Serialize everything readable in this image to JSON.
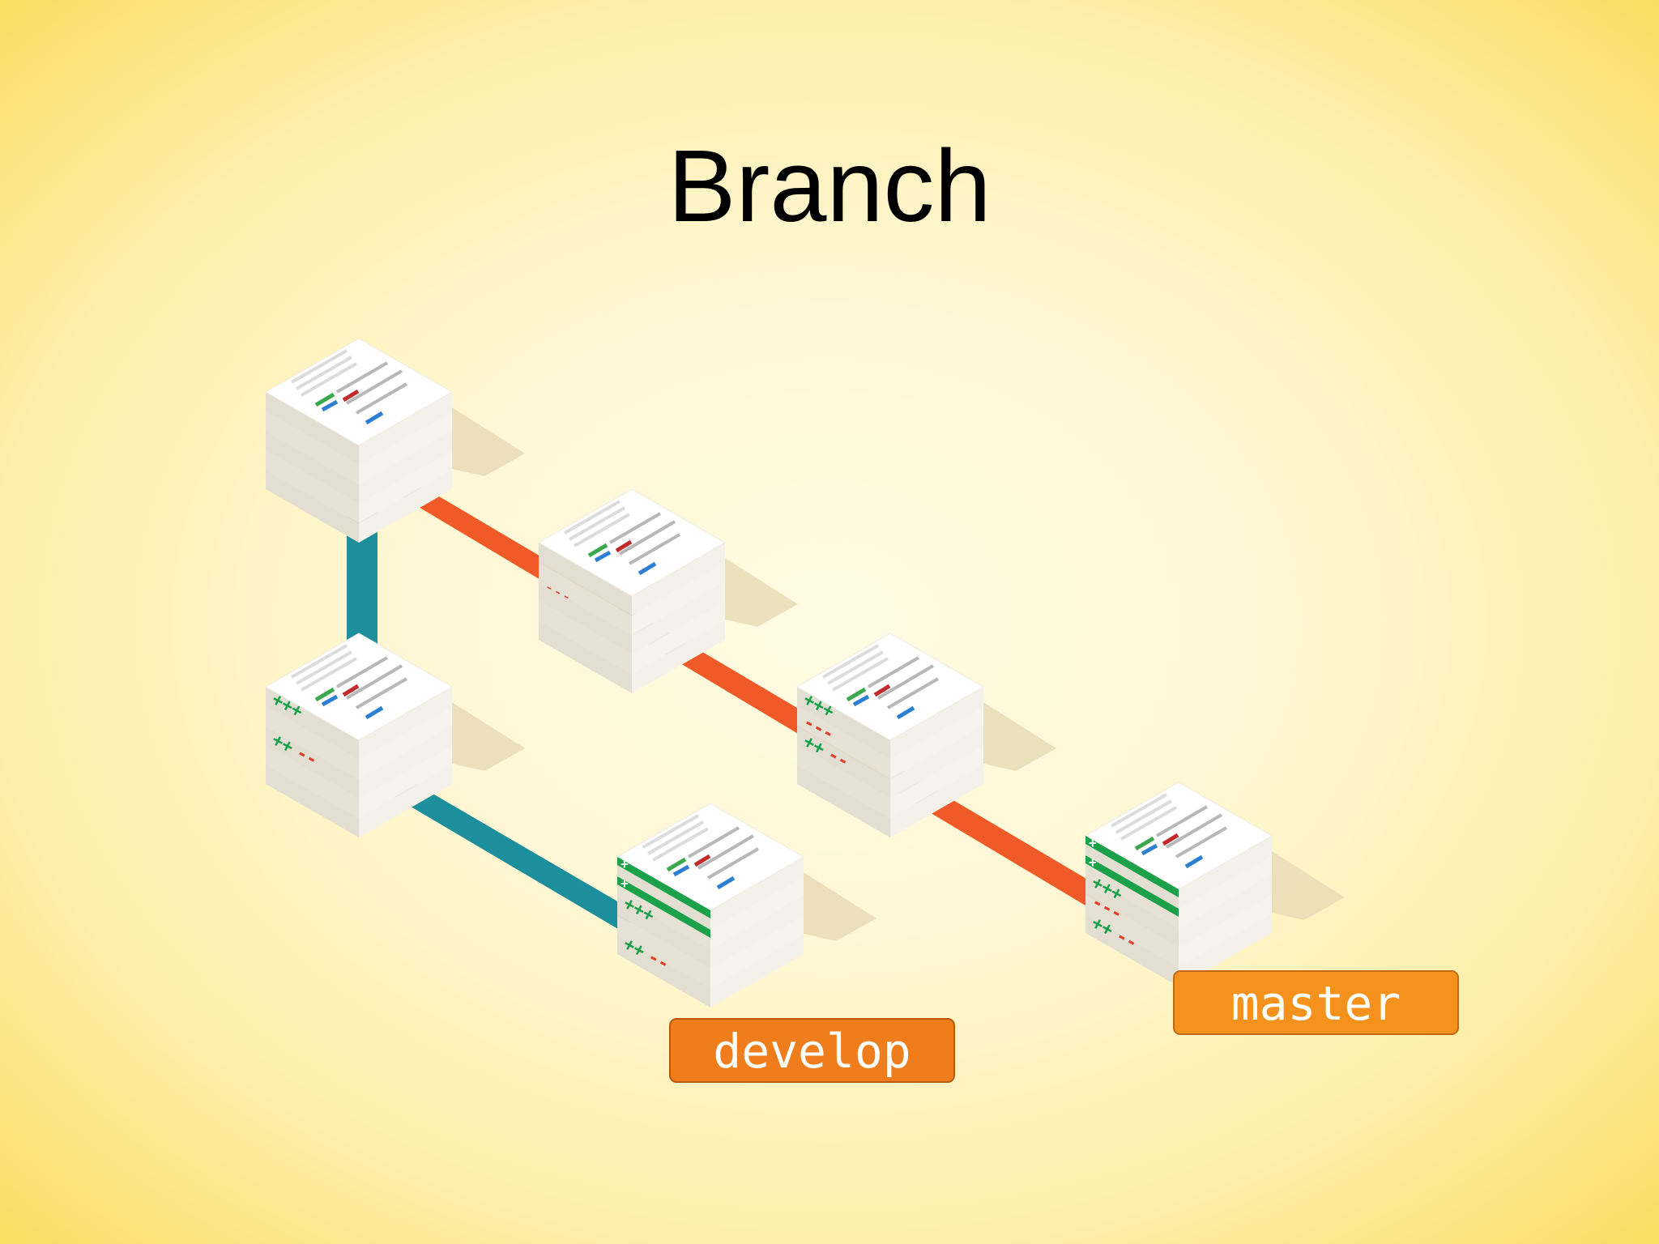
{
  "title": "Branch",
  "branches": {
    "develop": {
      "label": "develop",
      "color": "#1d8e9c"
    },
    "master": {
      "label": "master",
      "color": "#f05a28"
    }
  },
  "colors": {
    "added": "#1aa14a",
    "removed": "#e1402a",
    "label_develop": "#ef7d1b",
    "label_master": "#f5921e"
  },
  "commits": [
    {
      "id": "c1",
      "branch": "shared",
      "marks": []
    },
    {
      "id": "c2",
      "branch": "master",
      "marks": [
        "---"
      ]
    },
    {
      "id": "c3",
      "branch": "master",
      "marks": [
        "+++",
        "---",
        "++--"
      ]
    },
    {
      "id": "c4",
      "branch": "master",
      "marks": [
        "+++",
        "---",
        "++--"
      ]
    },
    {
      "id": "c5",
      "branch": "develop",
      "marks": [
        "+++",
        "++--"
      ]
    },
    {
      "id": "c6",
      "branch": "develop",
      "marks": [
        "+++",
        "++--"
      ]
    }
  ],
  "icons": [
    "commit-stack-icon"
  ]
}
